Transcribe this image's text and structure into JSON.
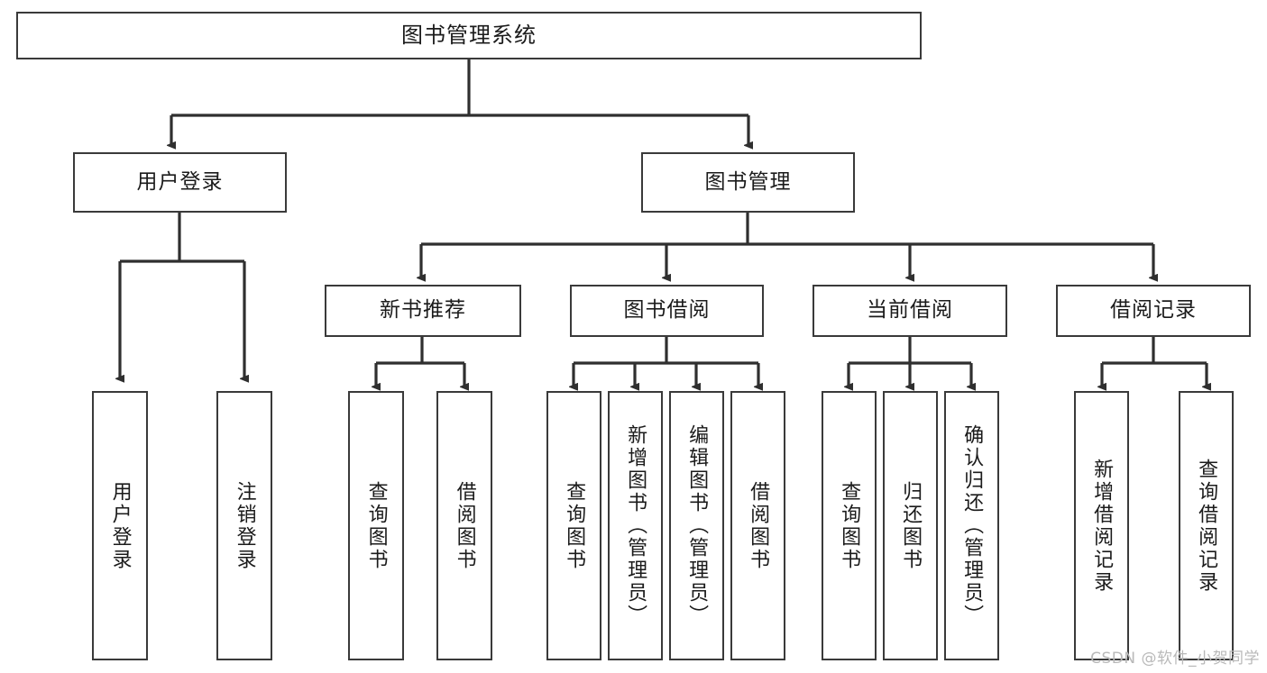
{
  "diagram": {
    "title": "图书管理系统",
    "type": "tree",
    "colors": {
      "box_border": "#3a3a3a",
      "box_fill": "#ffffff",
      "connector": "#2f2f2f",
      "text": "#1b1b1b",
      "watermark": "#b9b9b9"
    },
    "root": {
      "id": "root",
      "label": "图书管理系统"
    },
    "level2": [
      {
        "id": "user-login",
        "label": "用户登录"
      },
      {
        "id": "book-management",
        "label": "图书管理"
      }
    ],
    "level3": [
      {
        "id": "new-book-recommend",
        "label": "新书推荐",
        "parent": "book-management"
      },
      {
        "id": "book-borrow",
        "label": "图书借阅",
        "parent": "book-management"
      },
      {
        "id": "current-borrow",
        "label": "当前借阅",
        "parent": "book-management"
      },
      {
        "id": "borrow-record",
        "label": "借阅记录",
        "parent": "book-management"
      }
    ],
    "leaves": [
      {
        "id": "leaf-user-login",
        "label": "用户登录",
        "parent": "user-login"
      },
      {
        "id": "leaf-logout-login",
        "label": "注销登录",
        "parent": "user-login"
      },
      {
        "id": "leaf-query-book-1",
        "label": "查询图书",
        "parent": "new-book-recommend"
      },
      {
        "id": "leaf-borrow-book-1",
        "label": "借阅图书",
        "parent": "new-book-recommend"
      },
      {
        "id": "leaf-query-book-2",
        "label": "查询图书",
        "parent": "book-borrow"
      },
      {
        "id": "leaf-add-book",
        "label": "新增图书（管理员）",
        "parent": "book-borrow"
      },
      {
        "id": "leaf-edit-book",
        "label": "编辑图书（管理员）",
        "parent": "book-borrow"
      },
      {
        "id": "leaf-borrow-book-2",
        "label": "借阅图书",
        "parent": "book-borrow"
      },
      {
        "id": "leaf-query-book-3",
        "label": "查询图书",
        "parent": "current-borrow"
      },
      {
        "id": "leaf-return-book",
        "label": "归还图书",
        "parent": "current-borrow"
      },
      {
        "id": "leaf-confirm-return",
        "label": "确认归还（管理员）",
        "parent": "current-borrow"
      },
      {
        "id": "leaf-add-record",
        "label": "新增借阅记录",
        "parent": "borrow-record"
      },
      {
        "id": "leaf-query-record",
        "label": "查询借阅记录",
        "parent": "borrow-record"
      }
    ]
  },
  "watermark": {
    "text": "CSDN @软件_小贺同学"
  }
}
